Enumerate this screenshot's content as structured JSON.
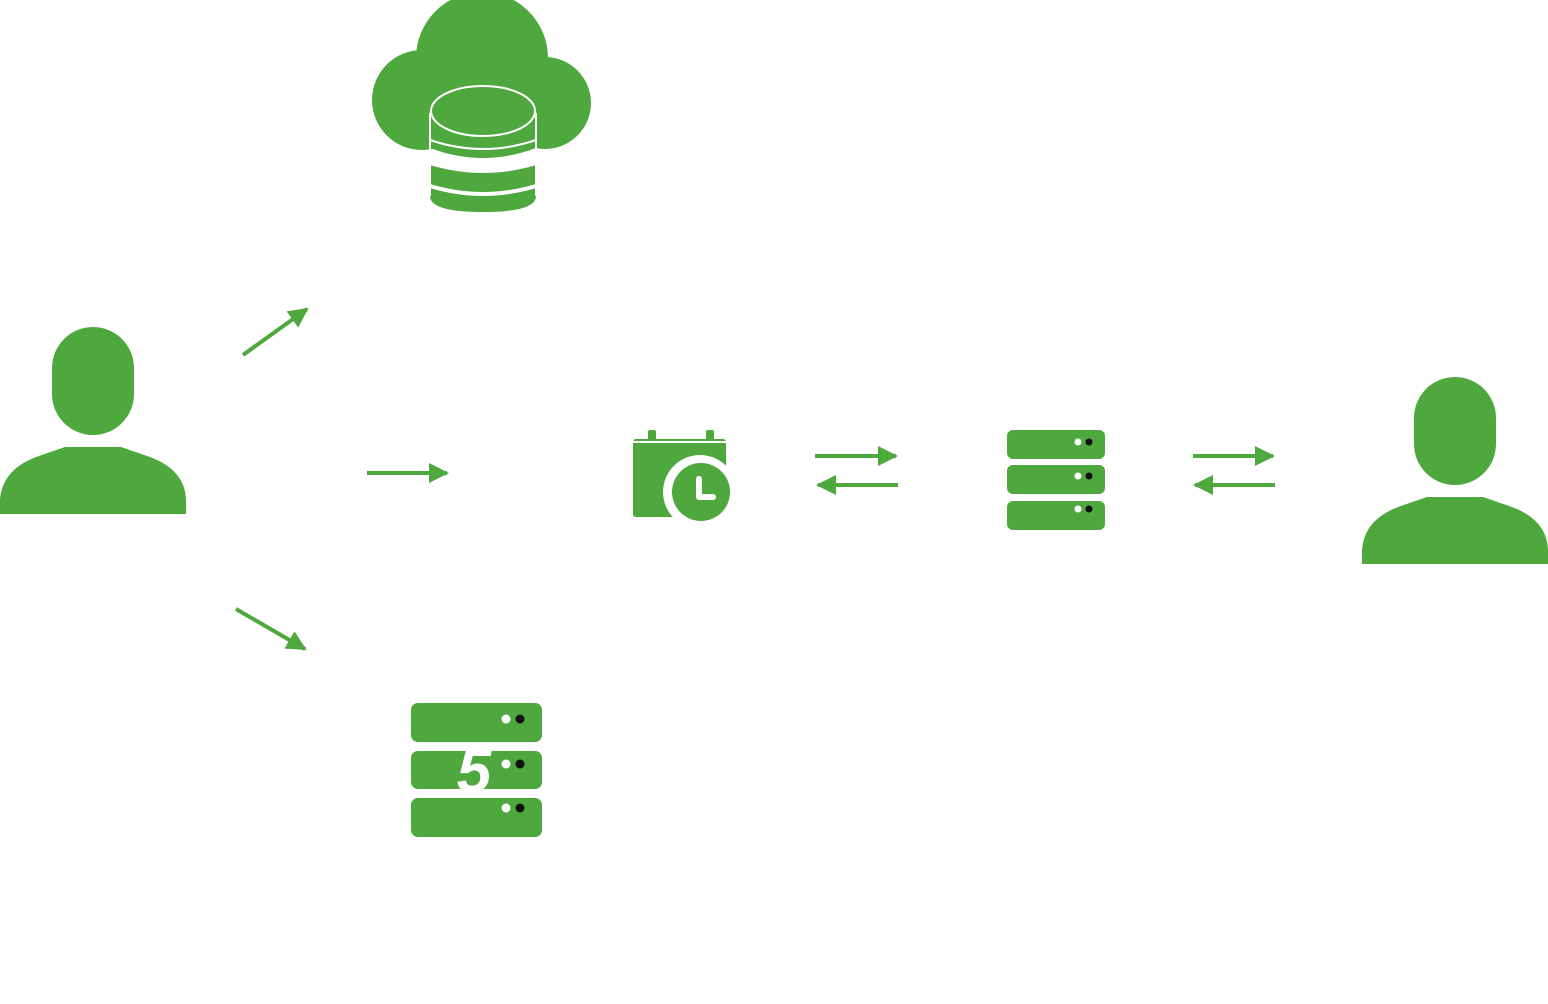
{
  "diagram": {
    "colors": {
      "accent": "#4ea83e",
      "background": "#ffffff",
      "indicator_light": "#ffffff",
      "indicator_dark": "#111111"
    },
    "nodes": [
      {
        "id": "user-left",
        "icon": "user-icon"
      },
      {
        "id": "cloud-database",
        "icon": "cloud-database-icon"
      },
      {
        "id": "scheduler",
        "icon": "calendar-clock-icon"
      },
      {
        "id": "server",
        "icon": "server-rack-icon"
      },
      {
        "id": "html5-server",
        "icon": "html5-server-icon",
        "badge_text": "5"
      },
      {
        "id": "user-right",
        "icon": "user-icon"
      }
    ],
    "connectors": [
      {
        "from": "user-left",
        "to": "cloud-database",
        "direction": "one-way"
      },
      {
        "from": "user-left",
        "to": "scheduler",
        "direction": "one-way"
      },
      {
        "from": "user-left",
        "to": "html5-server",
        "direction": "one-way"
      },
      {
        "from": "scheduler",
        "to": "server",
        "direction": "two-way"
      },
      {
        "from": "server",
        "to": "user-right",
        "direction": "two-way"
      }
    ]
  }
}
